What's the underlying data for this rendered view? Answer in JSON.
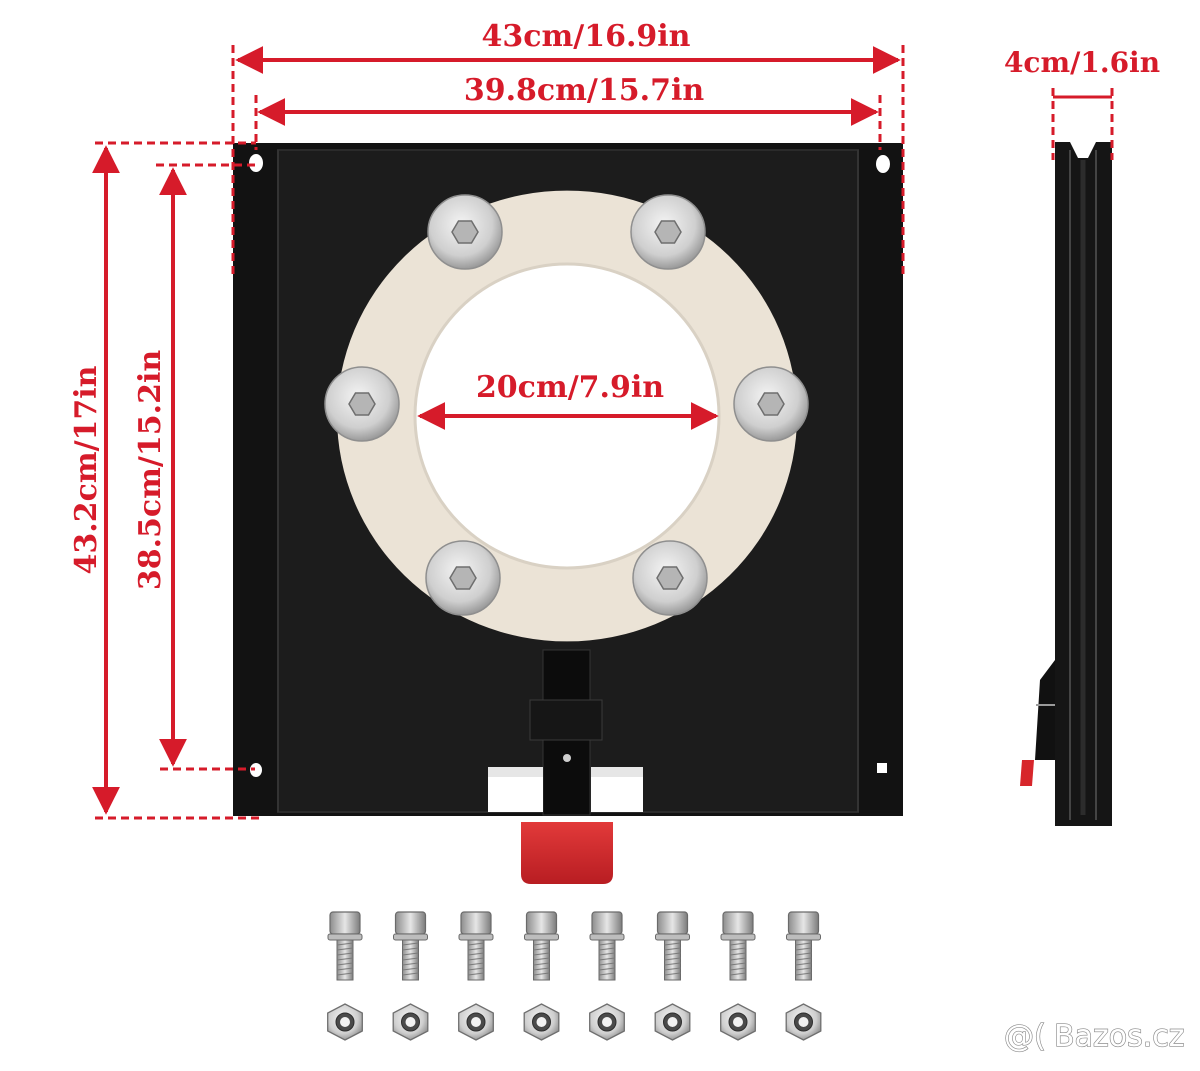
{
  "dimensions": {
    "outer_width": "43cm/16.9in",
    "hole_width": "39.8cm/15.7in",
    "thickness": "4cm/1.6in",
    "center_hole": "20cm/7.9in",
    "outer_height": "43.2cm/17in",
    "hole_height": "38.5cm/15.2in"
  },
  "hardware": {
    "bolt_count": 8,
    "nut_count": 8
  },
  "watermark": "Bazos.cz",
  "colors": {
    "dimension_red": "#d61b2a",
    "plate_black": "#141414",
    "ring_cream": "#ebe3d6",
    "handle_red": "#d7262b"
  }
}
